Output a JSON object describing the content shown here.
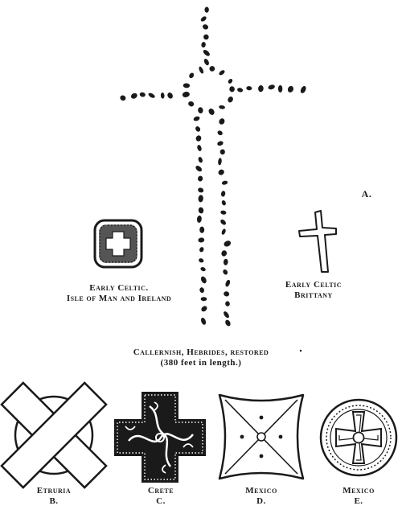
{
  "figure_letter": "A.",
  "captions": {
    "celtic_man": {
      "line1": "Early Celtic.",
      "line2": "Isle of Man and Ireland"
    },
    "celtic_brittany": {
      "line1": "Early Celtic",
      "line2": "Brittany"
    },
    "callernish": {
      "line1": "Callernish, Hebrides, restored",
      "line2": "(380 feet in length.)"
    },
    "etruria": {
      "name": "Etruria",
      "letter": "B."
    },
    "crete": {
      "name": "Crete",
      "letter": "C."
    },
    "mexico_d": {
      "name": "Mexico",
      "letter": "D."
    },
    "mexico_e": {
      "name": "Mexico",
      "letter": "E."
    }
  },
  "colors": {
    "ink": "#1a1a1a",
    "paper": "#ffffff"
  }
}
